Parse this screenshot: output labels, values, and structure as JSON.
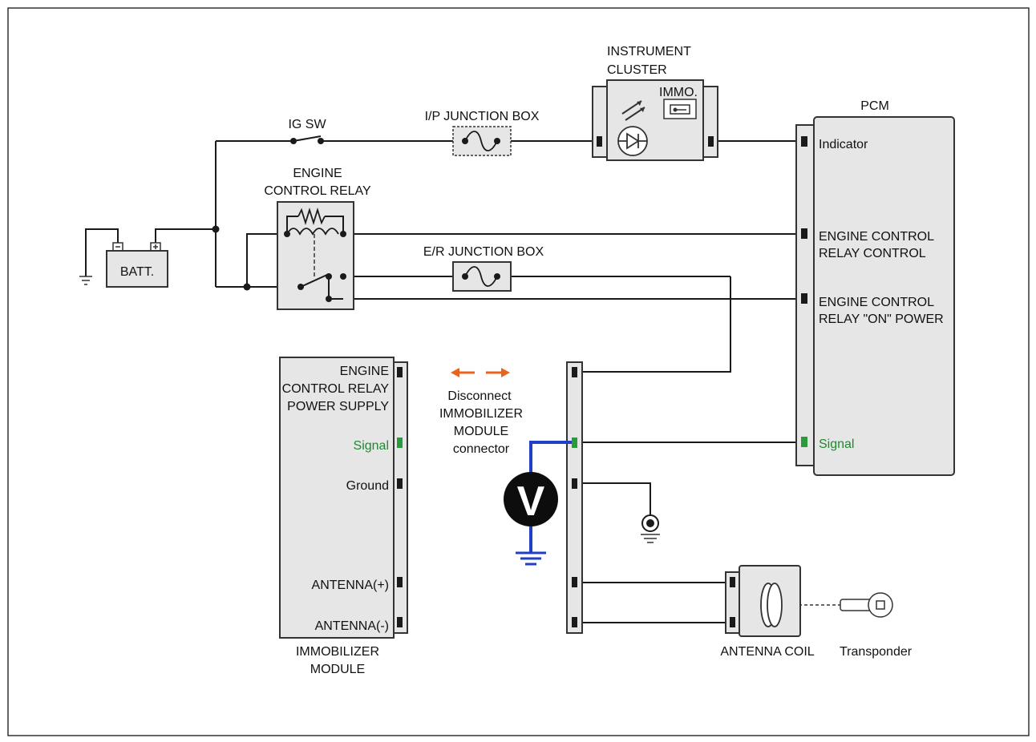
{
  "colors": {
    "wire": "#1a1a1a",
    "signal_text": "#1e8a2e",
    "signal_pin": "#2a9a3a",
    "meter_lead": "#1f3fc4",
    "arrow": "#e8641e",
    "component_fill": "#e6e6e6"
  },
  "labels": {
    "ig_sw": "IG SW",
    "ip_junction_box": "I/P JUNCTION BOX",
    "instrument_cluster_1": "INSTRUMENT",
    "instrument_cluster_2": "CLUSTER",
    "immo": "IMMO.",
    "pcm": "PCM",
    "engine_control_relay_1": "ENGINE",
    "engine_control_relay_2": "CONTROL RELAY",
    "batt": "BATT.",
    "er_junction_box": "E/R JUNCTION BOX",
    "antenna_coil": "ANTENNA COIL",
    "transponder": "Transponder",
    "immobilizer_module_1": "IMMOBILIZER",
    "immobilizer_module_2": "MODULE",
    "meter_symbol": "V"
  },
  "pcm_pins": {
    "indicator": "Indicator",
    "ecr_control_1": "ENGINE CONTROL",
    "ecr_control_2": "RELAY CONTROL",
    "ecr_on_1": "ENGINE CONTROL",
    "ecr_on_2": "RELAY \"ON\" POWER",
    "signal": "Signal"
  },
  "immo_pins": {
    "ecr_ps_1": "ENGINE",
    "ecr_ps_2": "CONTROL RELAY",
    "ecr_ps_3": "POWER SUPPLY",
    "signal": "Signal",
    "ground": "Ground",
    "antenna_plus": "ANTENNA(+)",
    "antenna_minus": "ANTENNA(-)"
  },
  "instruction": {
    "line1": "Disconnect",
    "line2": "IMMOBILIZER",
    "line3": "MODULE",
    "line4": "connector"
  }
}
